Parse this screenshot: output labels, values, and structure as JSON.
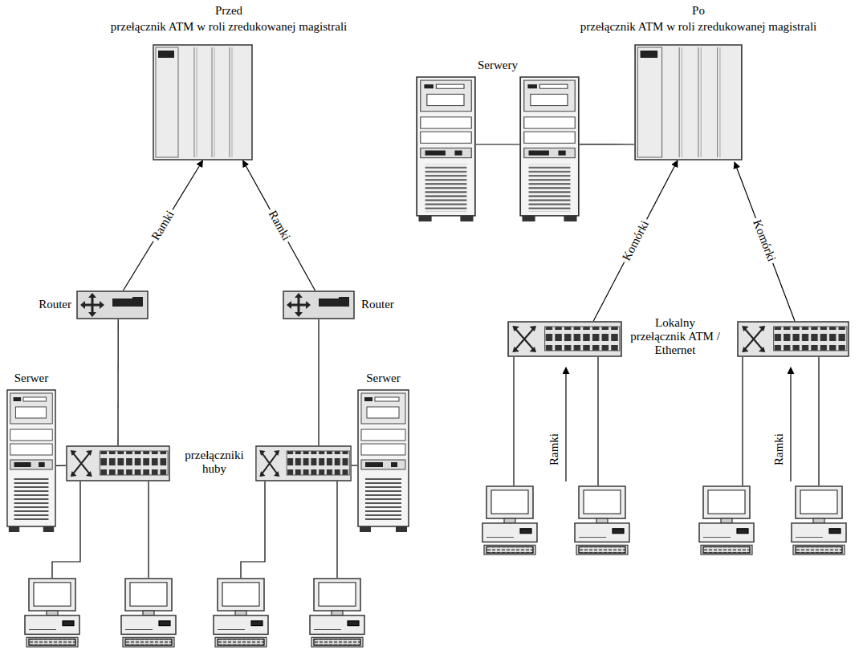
{
  "diagram": {
    "nodes": [
      {
        "text": [
          "Przed",
          "przełącznik ATM w roli zredukowanej magistrali"
        ]
      },
      {
        "text": [
          "Po",
          "przełącznik ATM w roli zredukowanej magistrali"
        ]
      },
      {
        "text": [
          "Serwery"
        ]
      },
      {
        "text": [
          "Router"
        ]
      },
      {
        "text": [
          "Router"
        ]
      },
      {
        "text": [
          "Serwer"
        ]
      },
      {
        "text": [
          "przełączniki huby"
        ]
      },
      {
        "text": [
          "Serwer"
        ]
      },
      {
        "text": [
          "Lokalny przełącznik ATM / Ethernet"
        ]
      }
    ],
    "edges": [
      {
        "from": 3,
        "to": 0,
        "label": "Ramki",
        "arrow": "to"
      },
      {
        "from": 4,
        "to": 0,
        "label": "Ramki",
        "arrow": "to"
      },
      {
        "from": 2,
        "to": 1,
        "arrow": "none"
      },
      {
        "from": 8,
        "to": 1,
        "label": "Komórki",
        "arrow": "to"
      },
      {
        "from": 6,
        "to": 3,
        "arrow": "none"
      },
      {
        "from": 5,
        "to": 6,
        "arrow": "none"
      }
    ],
    "labels": [
      "Komórki",
      "Ramki",
      "Ramki"
    ]
  }
}
